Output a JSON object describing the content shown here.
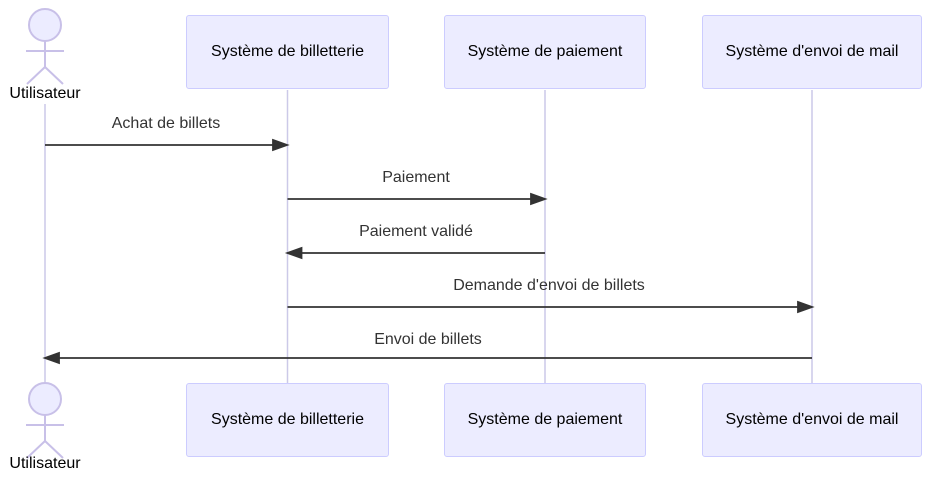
{
  "diagram": {
    "type": "sequence",
    "actor": {
      "label": "Utilisateur"
    },
    "participants": [
      {
        "label": "Système de billetterie"
      },
      {
        "label": "Système de paiement"
      },
      {
        "label": "Système d'envoi de mail"
      }
    ],
    "messages": [
      {
        "from": "Utilisateur",
        "to": "Système de billetterie",
        "label": "Achat de billets",
        "direction": "right"
      },
      {
        "from": "Système de billetterie",
        "to": "Système de paiement",
        "label": "Paiement",
        "direction": "right"
      },
      {
        "from": "Système de paiement",
        "to": "Système de billetterie",
        "label": "Paiement validé",
        "direction": "left"
      },
      {
        "from": "Système de billetterie",
        "to": "Système d'envoi de mail",
        "label": "Demande d'envoi de billets",
        "direction": "right"
      },
      {
        "from": "Système d'envoi de mail",
        "to": "Utilisateur",
        "label": "Envoi de billets",
        "direction": "left"
      }
    ],
    "colors": {
      "node_fill": "#ECECFF",
      "node_border": "#CCCCFF",
      "lifeline": "#CCC9E8",
      "actor_stroke": "#C8C0E8",
      "arrow": "#333333",
      "node_text": "#000000",
      "message_text": "#333333"
    }
  }
}
